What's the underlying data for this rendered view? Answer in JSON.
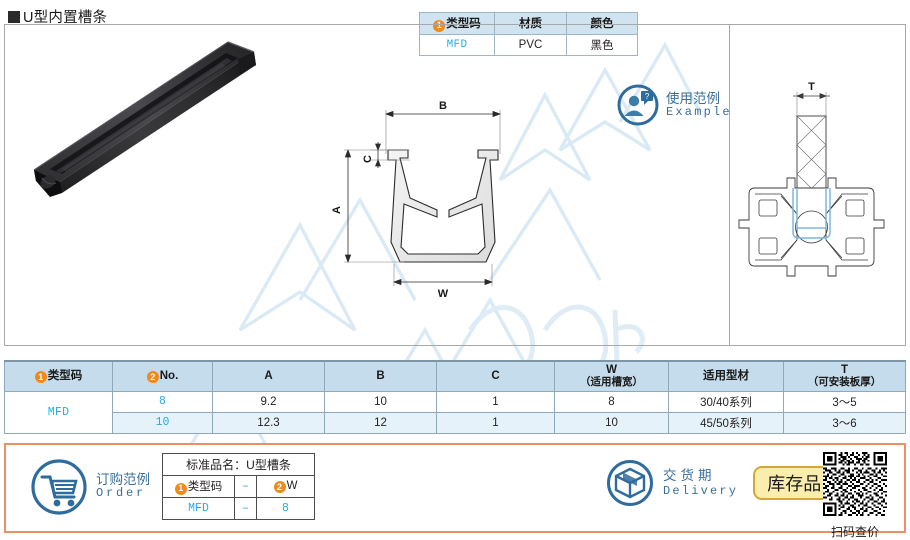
{
  "page": {
    "title": "U型内置槽条",
    "accent_orange": "#f08a1e",
    "accent_blue": "#29abe2",
    "header_blue": "#c4dcec",
    "border_orange": "#ec8f63"
  },
  "top_table": {
    "headers": [
      "类型码",
      "材质",
      "颜色"
    ],
    "badge": "1",
    "row": [
      "MFD",
      "PVC",
      "黑色"
    ]
  },
  "drawing": {
    "dim_labels": {
      "a": "A",
      "b": "B",
      "c": "C",
      "w": "W",
      "t": "T"
    },
    "photo_name": "black-u-channel-strip-photo"
  },
  "example": {
    "cn": "使用范例",
    "en": "Example",
    "icon": "person-question-icon"
  },
  "spec_table": {
    "headers": [
      {
        "badge": "1",
        "label": "类型码",
        "sub": ""
      },
      {
        "badge": "2",
        "label": "No.",
        "sub": ""
      },
      {
        "badge": "",
        "label": "A",
        "sub": ""
      },
      {
        "badge": "",
        "label": "B",
        "sub": ""
      },
      {
        "badge": "",
        "label": "C",
        "sub": ""
      },
      {
        "badge": "",
        "label": "W",
        "sub": "（适用槽宽）"
      },
      {
        "badge": "",
        "label": "适用型材",
        "sub": ""
      },
      {
        "badge": "",
        "label": "T",
        "sub": "（可安装板厚）"
      }
    ],
    "type_code": "MFD",
    "rows": [
      {
        "no": "8",
        "a": "9.2",
        "b": "10",
        "c": "1",
        "w": "8",
        "profile": "30/40系列",
        "t": "3～5"
      },
      {
        "no": "10",
        "a": "12.3",
        "b": "12",
        "c": "1",
        "w": "10",
        "profile": "45/50系列",
        "t": "3～6"
      }
    ]
  },
  "order": {
    "cn": "订购范例",
    "en": "Order",
    "icon": "shopping-cart-icon",
    "standard_name_label": "标准品名：U型槽条",
    "field_headers": [
      {
        "badge": "1",
        "label": "类型码"
      },
      {
        "badge": "",
        "label": "–"
      },
      {
        "badge": "2",
        "label": "W"
      }
    ],
    "values": [
      "MFD",
      "–",
      "8"
    ]
  },
  "delivery": {
    "cn": "交货期",
    "en": "Delivery",
    "icon": "package-box-icon",
    "status": "库存品"
  },
  "qr": {
    "label": "扫码查价",
    "icon": "qr-code-icon"
  }
}
